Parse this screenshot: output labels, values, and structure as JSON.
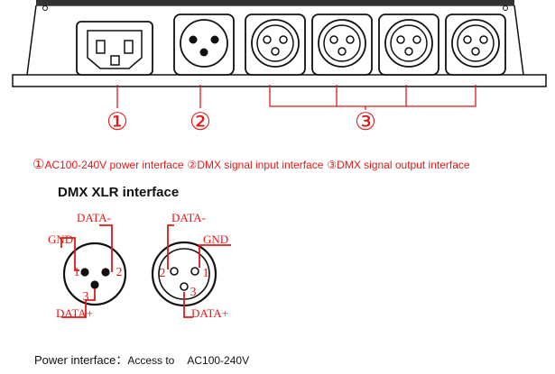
{
  "callouts": {
    "one": "①",
    "two": "②",
    "three": "③"
  },
  "legend": {
    "marker_1": "①",
    "text_1": "AC100-240V power interface",
    "marker_2": "②",
    "text_2": "DMX signal input interface",
    "marker_3": "③",
    "text_3": "DMX signal output interface"
  },
  "xlr_section": {
    "title": "DMX XLR interface",
    "left_connector": {
      "label_data_minus": "DATA-",
      "label_gnd": "GND",
      "label_data_plus": "DATA+",
      "pin_1": "1",
      "pin_2": "2",
      "pin_3": "3"
    },
    "right_connector": {
      "label_data_minus": "DATA-",
      "label_gnd": "GND",
      "label_data_plus": "DATA+",
      "pin_1": "1",
      "pin_2": "2",
      "pin_3": "3"
    }
  },
  "power_note": {
    "label": "Power interface：",
    "text": "Access to",
    "value": "AC100-240V"
  },
  "colors": {
    "annotation": "#e01818",
    "outline": "#111111"
  }
}
